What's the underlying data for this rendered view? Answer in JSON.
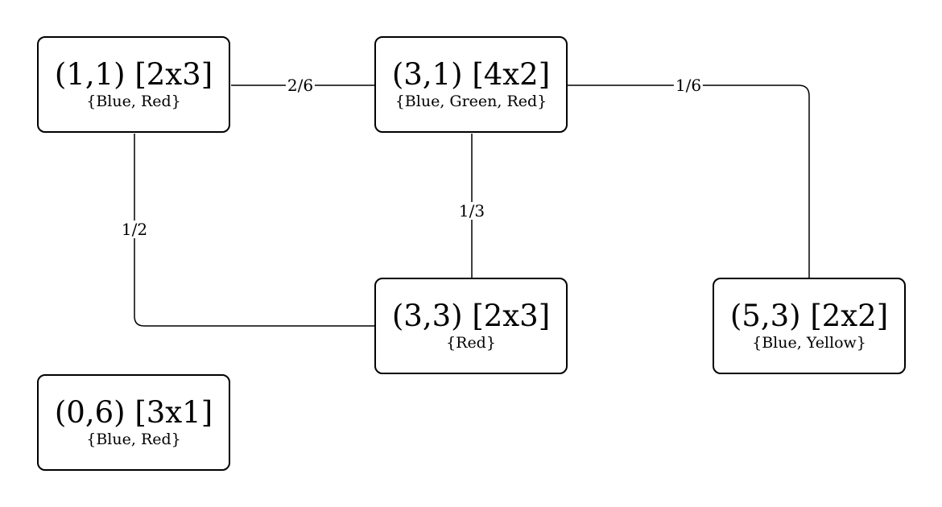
{
  "nodes": [
    {
      "title": "(1,1) [2x3]",
      "colors": "{Blue, Red}"
    },
    {
      "title": "(3,1) [4x2]",
      "colors": "{Blue, Green, Red}"
    },
    {
      "title": "(3,3) [2x3]",
      "colors": "{Red}"
    },
    {
      "title": "(5,3) [2x2]",
      "colors": "{Blue, Yellow}"
    },
    {
      "title": "(0,6) [3x1]",
      "colors": "{Blue, Red}"
    }
  ],
  "edges": [
    {
      "from": "(1,1) [2x3]",
      "to": "(3,1) [4x2]",
      "label": "2/6"
    },
    {
      "from": "(3,1) [4x2]",
      "to": "(5,3) [2x2]",
      "label": "1/6"
    },
    {
      "from": "(3,1) [4x2]",
      "to": "(3,3) [2x3]",
      "label": "1/3"
    },
    {
      "from": "(1,1) [2x3]",
      "to": "(3,3) [2x3]",
      "label": "1/2"
    }
  ],
  "colors": {
    "stroke": "#000000",
    "background": "#ffffff"
  }
}
